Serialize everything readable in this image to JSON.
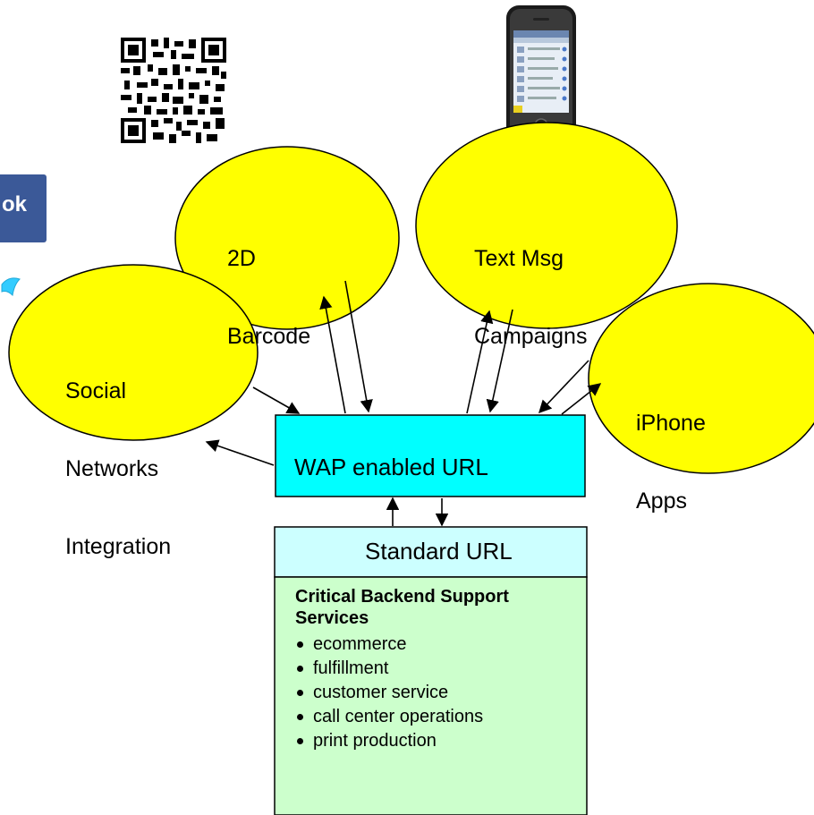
{
  "nodes": {
    "barcode": {
      "label_line1": "2D",
      "label_line2": "Barcode"
    },
    "textmsg": {
      "label_line1": "Text Msg",
      "label_line2": "Campaigns"
    },
    "social": {
      "label_line1": "Social",
      "label_line2": "Networks",
      "label_line3": "Integration"
    },
    "iphone": {
      "label_line1": "iPhone",
      "label_line2": "Apps"
    },
    "wap": {
      "label": "WAP enabled URL"
    },
    "standard": {
      "label": "Standard URL"
    }
  },
  "backend": {
    "title": "Critical Backend Support Services",
    "items": [
      "ecommerce",
      "fulfillment",
      "customer service",
      "call center operations",
      "print production"
    ]
  },
  "logos": {
    "facebook_fragment": "ok"
  },
  "colors": {
    "ellipse_fill": "#ffff00",
    "wap_fill": "#00ffff",
    "standard_fill": "#ccffff",
    "backend_fill": "#ccffcc",
    "facebook_blue": "#3b5998",
    "twitter_blue": "#33ccff"
  }
}
